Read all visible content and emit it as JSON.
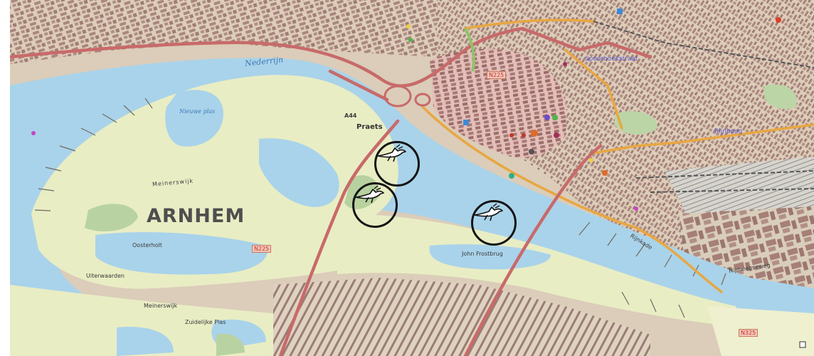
{
  "map": {
    "labels": {
      "city": "ARNHEM",
      "river": "Nederrijn",
      "meinerswijk": "Meinerswijk",
      "praets": "Praets",
      "nieuwe_plas": "Nieuwe plas",
      "john_frostbrug": "John Frostbrug",
      "rijnkade": "Rijnkade",
      "oosterholt": "Oosterholt",
      "uiterwaardenplas": "Uiterwaarden",
      "zuidelijke_plas": "Zuidelijke Plas",
      "meinerswijk_south": "Meinerswijk",
      "road_a44": "A44",
      "spoorhoek": "Spoorhoekstraat",
      "rijnboog": "Rijnboog",
      "nijmeegseweg": "Nijmeegseweg",
      "badge_1": "N225",
      "badge_2": "N225",
      "badge_3": "N325"
    },
    "markers": [
      {
        "icon": "bird-icon"
      },
      {
        "icon": "bird-icon"
      },
      {
        "icon": "bird-icon"
      }
    ],
    "colors": {
      "water": "#a9d3ea",
      "meadow": "#e9edc4",
      "urban": "#d9cbb8",
      "building": "#a8847c",
      "main_road": "#c86a6a",
      "secondary_road": "#e8a742",
      "marker_ring": "#141414"
    }
  }
}
